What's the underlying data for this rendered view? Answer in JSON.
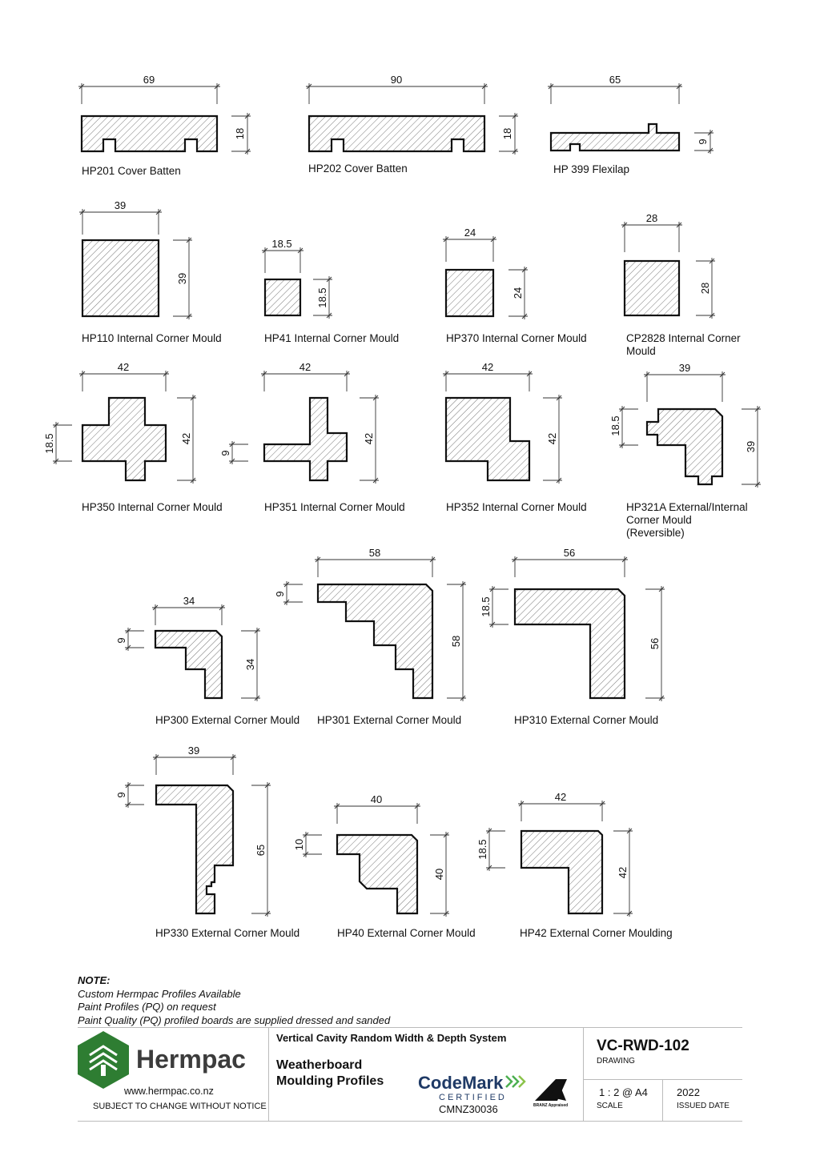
{
  "profiles": {
    "hp201": {
      "label": "HP201 Cover Batten",
      "w": "69",
      "h": "18"
    },
    "hp202": {
      "label": "HP202 Cover Batten",
      "w": "90",
      "h": "18"
    },
    "hp399": {
      "label": "HP 399 Flexilap",
      "w": "65",
      "h": "9"
    },
    "hp110": {
      "label": "HP110 Internal Corner Mould",
      "w": "39",
      "h": "39"
    },
    "hp41": {
      "label": "HP41 Internal Corner Mould",
      "w": "18.5",
      "h": "18.5"
    },
    "hp370": {
      "label": "HP370 Internal Corner Mould",
      "w": "24",
      "h": "24"
    },
    "cp2828": {
      "label1": "CP2828 Internal Corner",
      "label2": "Mould",
      "w": "28",
      "h": "28"
    },
    "hp350": {
      "label": "HP350 Internal Corner Mould",
      "w": "42",
      "h": "42",
      "side": "18.5"
    },
    "hp351": {
      "label": "HP351 Internal Corner Mould",
      "w": "42",
      "h": "42",
      "side": "9"
    },
    "hp352": {
      "label": "HP352 Internal Corner Mould",
      "w": "42",
      "h": "42"
    },
    "hp321a": {
      "label1": "HP321A External/Internal",
      "label2": "Corner Mould",
      "label3": "(Reversible)",
      "w": "39",
      "h": "39",
      "side": "18.5"
    },
    "hp300": {
      "label": "HP300 External Corner Mould",
      "w": "34",
      "h": "34",
      "side": "9"
    },
    "hp301": {
      "label": "HP301 External Corner Mould",
      "w": "58",
      "h": "58",
      "side": "9"
    },
    "hp310": {
      "label": "HP310 External Corner Mould",
      "w": "56",
      "h": "56",
      "side": "18.5"
    },
    "hp330": {
      "label": "HP330 External Corner Mould",
      "w": "39",
      "h": "65",
      "side": "9"
    },
    "hp40": {
      "label": "HP40 External Corner Mould",
      "w": "40",
      "h": "40",
      "side": "10"
    },
    "hp42": {
      "label": "HP42 External Corner Moulding",
      "w": "42",
      "h": "42",
      "side": "18.5"
    }
  },
  "note": {
    "heading": "NOTE:",
    "line1": "Custom Hermpac Profiles Available",
    "line2": "Paint Profiles (PQ) on request",
    "line3": "Paint Quality (PQ) profiled boards are supplied dressed and sanded"
  },
  "title_block": {
    "brand": "Hermpac",
    "website": "www.hermpac.co.nz",
    "disclaimer": "SUBJECT TO CHANGE WITHOUT NOTICE",
    "system": "Vertical Cavity Random Width & Depth System",
    "title_line1": "Weatherboard",
    "title_line2": "Moulding Profiles",
    "codemark": "CodeMark",
    "codemark_sub": "CERTIFIED",
    "codemark_id": "CMNZ30036",
    "branz": "BRANZ Appraised",
    "drawing_no": "VC-RWD-102",
    "drawing_label": "DRAWING",
    "scale": "1 : 2 @ A4",
    "scale_label": "SCALE",
    "date": "2022",
    "date_label": "ISSUED DATE"
  },
  "colors": {
    "hatch": "#555555",
    "brand_green": "#2e7d32",
    "codemark_blue": "#1f3a66"
  }
}
